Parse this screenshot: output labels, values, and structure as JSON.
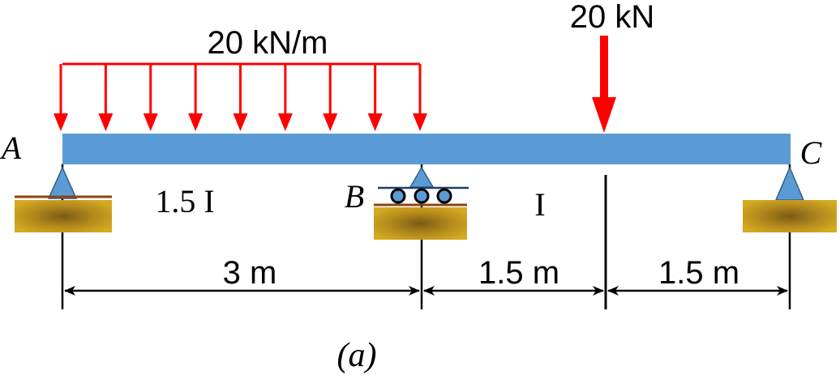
{
  "loads": {
    "distributed_label": "20 kN/m",
    "point_label": "20 kN"
  },
  "points": {
    "a": "A",
    "b": "B",
    "c": "C"
  },
  "segments": {
    "left_inertia": "1.5 I",
    "right_inertia": "I"
  },
  "dimensions": {
    "ab": "3 m",
    "b_to_load": "1.5 m",
    "load_to_c": "1.5 m"
  },
  "caption": "(a)",
  "colors": {
    "beam": "#5b9bd5",
    "load": "#ff0000",
    "support": "#5b9bd5",
    "ground": "#c9a227"
  }
}
